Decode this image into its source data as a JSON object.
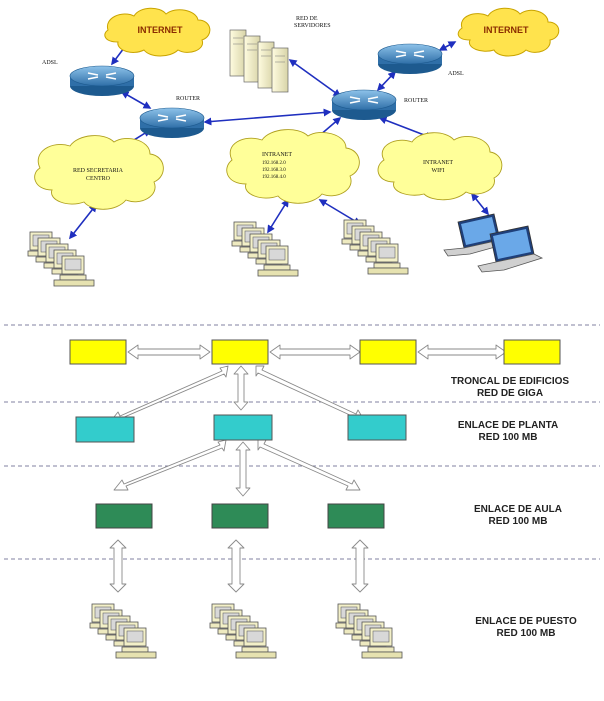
{
  "top_network": {
    "internet_left": "INTERNET",
    "internet_right": "INTERNET",
    "adsl_left": "ADSL",
    "adsl_right": "ADSL",
    "router_left": "ROUTER",
    "router_right": "ROUTER",
    "servers_line1": "RED DE",
    "servers_line2": "SERVIDORES",
    "secretaria_line1": "RED SECRETARIA",
    "secretaria_line2": "CENTRO",
    "intranet_title": "INTRANET",
    "intranet_ips": [
      "192.168.2.0",
      "192.168.3.0",
      "192.168.4.0"
    ],
    "wifi_line1": "INTRANET",
    "wifi_line2": "WIFI"
  },
  "hierarchy": {
    "levels": [
      {
        "line1": "TRONCAL DE EDIFICIOS",
        "line2": "RED DE GIGA",
        "color": "#ffff00"
      },
      {
        "line1": "ENLACE DE PLANTA",
        "line2": "RED 100 MB",
        "color": "#33cccc"
      },
      {
        "line1": "ENLACE DE AULA",
        "line2": "RED 100 MB",
        "color": "#2e8b57"
      },
      {
        "line1": "ENLACE DE PUESTO",
        "line2": "RED 100 MB",
        "color": "#f5f5c8"
      }
    ]
  },
  "colors": {
    "cloud": "#ffff99",
    "cloud_stroke": "#b0a020",
    "router": "#4a90c8",
    "link_blue": "#1f2fbf",
    "arrow_fill": "#ffffff",
    "arrow_stroke": "#8a8a8a",
    "divider": "#8080a0"
  }
}
